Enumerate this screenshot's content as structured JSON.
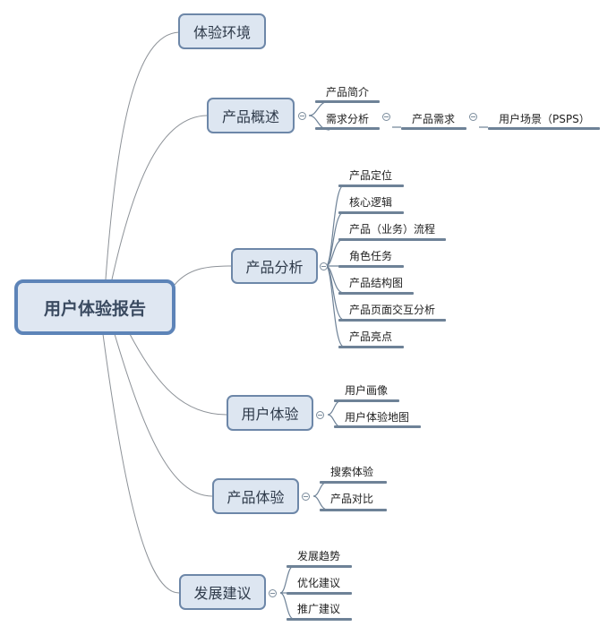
{
  "mindmap": {
    "root": {
      "label": "用户体验报告",
      "border_color": "#5d84b8",
      "fill_color": "#dfe7f2"
    },
    "branches": [
      {
        "id": "env",
        "label": "体验环境",
        "children": []
      },
      {
        "id": "overview",
        "label": "产品概述",
        "children": [
          {
            "label": "产品简介"
          },
          {
            "label": "需求分析",
            "children": [
              {
                "label": "产品需求",
                "children": [
                  {
                    "label": "用户场景（PSPS）"
                  }
                ]
              }
            ]
          }
        ]
      },
      {
        "id": "analysis",
        "label": "产品分析",
        "children": [
          {
            "label": "产品定位"
          },
          {
            "label": "核心逻辑"
          },
          {
            "label": "产品（业务）流程"
          },
          {
            "label": "角色任务"
          },
          {
            "label": "产品结构图"
          },
          {
            "label": "产品页面交互分析"
          },
          {
            "label": "产品亮点"
          }
        ]
      },
      {
        "id": "ux",
        "label": "用户体验",
        "children": [
          {
            "label": "用户画像"
          },
          {
            "label": "用户体验地图"
          }
        ]
      },
      {
        "id": "px",
        "label": "产品体验",
        "children": [
          {
            "label": "搜索体验"
          },
          {
            "label": "产品对比"
          }
        ]
      },
      {
        "id": "suggest",
        "label": "发展建议",
        "children": [
          {
            "label": "发展趋势"
          },
          {
            "label": "优化建议"
          },
          {
            "label": "推广建议"
          }
        ]
      }
    ],
    "colors": {
      "node_border": "#6d87a8",
      "node_fill": "#dde6f1",
      "link": "#8a8f96",
      "underline": "#6e8297"
    }
  }
}
